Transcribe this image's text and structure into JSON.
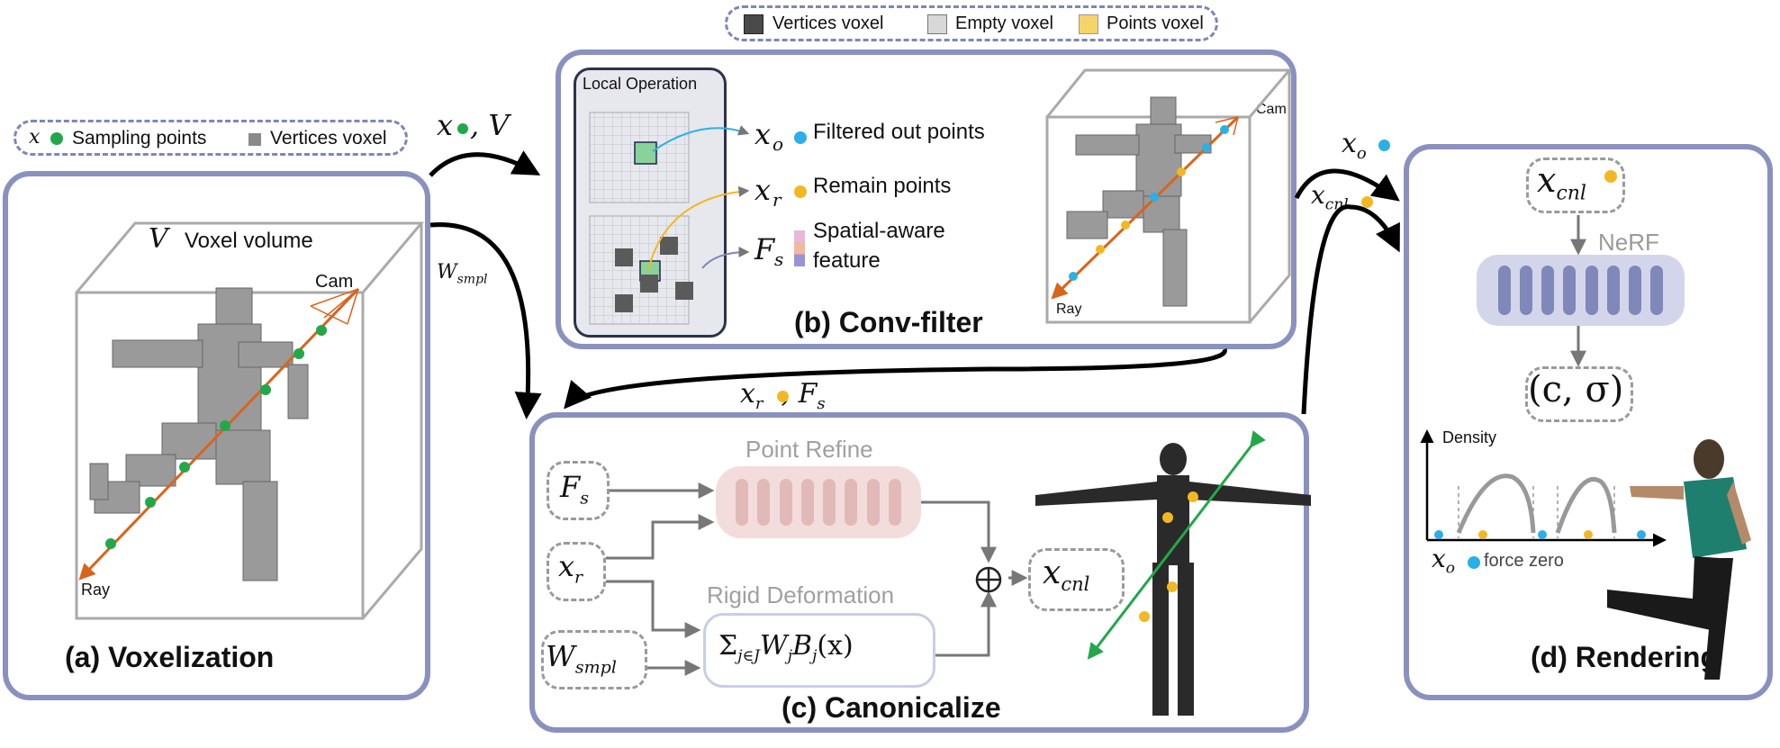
{
  "legend_top": {
    "vertices": "Vertices voxel",
    "empty": "Empty voxel",
    "points": "Points voxel"
  },
  "legend_left": {
    "x": "x",
    "sampling": "Sampling points",
    "vertices": "Vertices voxel"
  },
  "panel_a": {
    "title": "(a) Voxelization",
    "v": "V",
    "volume": "Voxel volume",
    "cam": "Cam",
    "ray": "Ray"
  },
  "panel_b": {
    "title": "(b) Conv-filter",
    "local_op": "Local Operation",
    "xo": "x",
    "xo_sub": "o",
    "filtered": "Filtered out points",
    "xr": "x",
    "xr_sub": "r",
    "remain": "Remain points",
    "fs": "F",
    "fs_sub": "s",
    "spatial1": "Spatial-aware",
    "spatial2": "feature",
    "cam": "Cam",
    "ray": "Ray"
  },
  "panel_c": {
    "title": "(c) Canonicalize",
    "point_refine": "Point Refine",
    "rigid": "Rigid Deformation",
    "fs": "F",
    "fs_sub": "s",
    "xr": "x",
    "xr_sub": "r",
    "wsmpl": "W",
    "wsmpl_sub": "smpl",
    "xcnl": "x",
    "xcnl_sub": "cnl",
    "formula": "Σ",
    "formula_sub": "j∈J",
    "formula_rest": "W",
    "formula_rest_sub": "j",
    "formula_b": "B",
    "formula_b_sub": "j",
    "formula_x": "(x)"
  },
  "panel_d": {
    "title": "(d) Rendering",
    "xcnl": "x",
    "xcnl_sub": "cnl",
    "nerf": "NeRF",
    "output": "(c, σ)",
    "density": "Density",
    "xo": "x",
    "xo_sub": "o",
    "force_zero": "force zero"
  },
  "arrows": {
    "xv": "x",
    "xv_v": ", V",
    "wsmpl": "W",
    "wsmpl_sub": "smpl",
    "xr_fs": "x",
    "xr_fs_sub": "r",
    "xr_fs_rest": ", F",
    "xr_fs_rest_sub": "s",
    "xo": "x",
    "xo_sub": "o",
    "xcnl": "x",
    "xcnl_sub": "cnl"
  },
  "colors": {
    "panel_border": "#8a91bf",
    "green": "#22a84a",
    "orange": "#d9641c",
    "yellow": "#f2b824",
    "blue": "#2ab0e6",
    "nerf": "#7f88b8"
  }
}
